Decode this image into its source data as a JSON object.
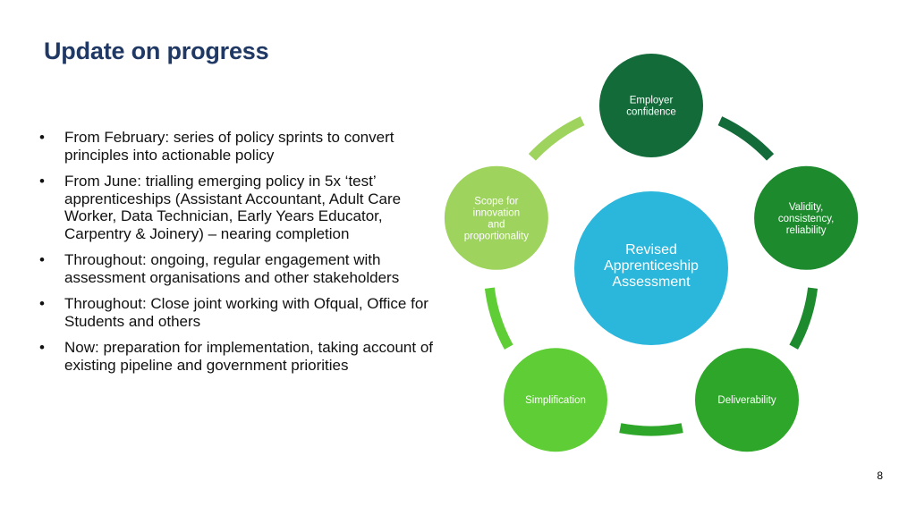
{
  "slide": {
    "title": "Update on progress",
    "page_number": "8"
  },
  "bullets": [
    "From February: series of policy sprints to convert principles into actionable policy",
    "From June: trialling emerging policy in 5x ‘test’ apprenticeships (Assistant Accountant, Adult Care Worker, Data Technician, Early Years Educator, Carpentry & Joinery) – nearing completion",
    "Throughout: ongoing, regular engagement with assessment organisations and other stakeholders",
    "Throughout: Close joint working with Ofqual, Office for Students and others",
    "Now: preparation for implementation, taking account of existing pipeline and government priorities"
  ],
  "diagram": {
    "center": {
      "lines": [
        "Revised",
        "Apprenticeship",
        "Assessment"
      ],
      "color": "#2bb6db"
    },
    "nodes": [
      {
        "lines": [
          "Employer",
          "confidence"
        ],
        "color": "#136b3a"
      },
      {
        "lines": [
          "Validity,",
          "consistency,",
          "reliability"
        ],
        "color": "#1d8a2e"
      },
      {
        "lines": [
          "Deliverability"
        ],
        "color": "#2ea62a"
      },
      {
        "lines": [
          "Simplification"
        ],
        "color": "#5fcd35"
      },
      {
        "lines": [
          "Scope for",
          "innovation",
          "and",
          "proportionality"
        ],
        "color": "#9ed35d"
      }
    ],
    "arcs": [
      {
        "color": "#136b3a"
      },
      {
        "color": "#1d8a2e"
      },
      {
        "color": "#2ea62a"
      },
      {
        "color": "#5fcd35"
      },
      {
        "color": "#9ed35d"
      }
    ]
  }
}
